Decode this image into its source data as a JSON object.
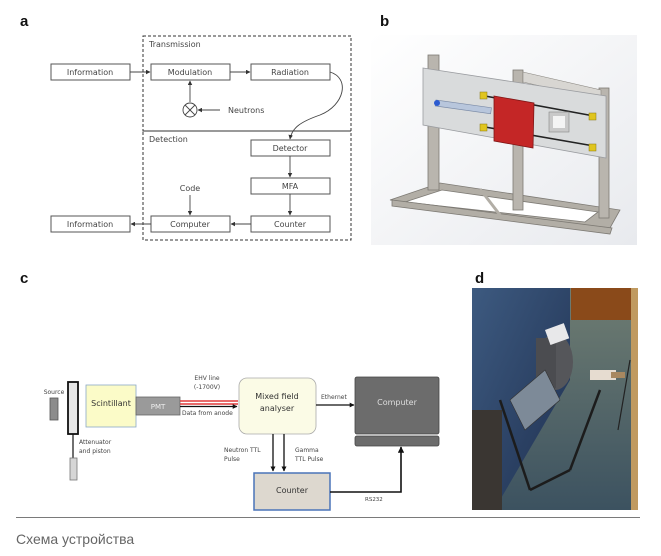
{
  "panels": {
    "a": {
      "label": "a",
      "groups": {
        "transmission": "Transmission",
        "detection": "Detection"
      },
      "boxes": {
        "information_in": "Information",
        "modulation": "Modulation",
        "radiation": "Radiation",
        "detector": "Detector",
        "mfa": "MFA",
        "counter": "Counter",
        "computer": "Computer",
        "information_out": "Information"
      },
      "labels": {
        "neutrons": "Neutrons",
        "code": "Code"
      }
    },
    "b": {
      "label": "b",
      "description": "3D CAD rendering of device frame with red scintillator block"
    },
    "c": {
      "label": "c",
      "source": "Source",
      "scintillant": "Scintillant",
      "pmt": "PMT",
      "attenuator_line1": "Attenuator",
      "attenuator_line2": "and piston",
      "ehv_line1": "EHV line",
      "ehv_line2": "(-1700V)",
      "data_from_anode": "Data from anode",
      "mfa_line1": "Mixed field",
      "mfa_line2": "analyser",
      "ethernet": "Ethernet",
      "computer": "Computer",
      "neutron_pulse_line1": "Neutron TTL",
      "neutron_pulse_line2": "Pulse",
      "gamma_pulse_line1": "Gamma",
      "gamma_pulse_line2": "TTL Pulse",
      "counter": "Counter",
      "rs232": "RS232",
      "colors": {
        "ehv": "#e03a3a",
        "scintillant": "#fbfbc8",
        "pmt": "#9a9a9a",
        "mfa": "#fbfbe6",
        "computer": "#6c6c6c",
        "counter": "#ddd8cf",
        "counter_border": "#4a74b8"
      }
    },
    "d": {
      "label": "d",
      "description": "Photograph of the assembled device"
    }
  },
  "caption": "Схема устройства"
}
